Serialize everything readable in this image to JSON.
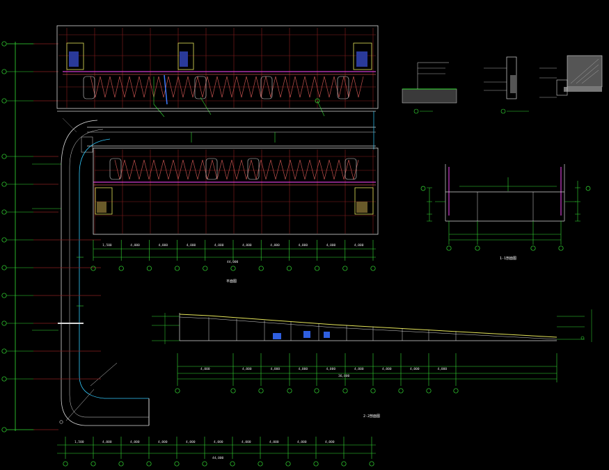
{
  "colors": {
    "background": "#000000",
    "axis": "#35e035",
    "grid": "#8a1f1f",
    "outline": "#d8d8d8",
    "wall": "#c0504d",
    "roof": "#e6e65a",
    "accent": "#3d7cff",
    "cyan": "#33ccff",
    "magenta": "#d03cd0"
  },
  "drawing": {
    "upper_dims": [
      "1,500",
      "4,000",
      "4,000",
      "4,000",
      "4,000",
      "4,000",
      "4,000",
      "4,000",
      "4,000",
      "4,000"
    ],
    "upper_total": "44,000",
    "lower_dims": [
      "1,500",
      "4,000",
      "4,000",
      "4,000",
      "4,000",
      "4,000",
      "4,000",
      "4,000",
      "4,000",
      "4,000"
    ],
    "lower_total": "44,000",
    "section_dims": [
      "4,000",
      "4,000",
      "4,000",
      "4,000",
      "4,000",
      "4,000",
      "4,000",
      "4,000",
      "4,000"
    ],
    "section_total": "36,000",
    "plan_title": "平面图",
    "section_title": "1-1剖面图",
    "elev_title": "2-2剖面图"
  }
}
